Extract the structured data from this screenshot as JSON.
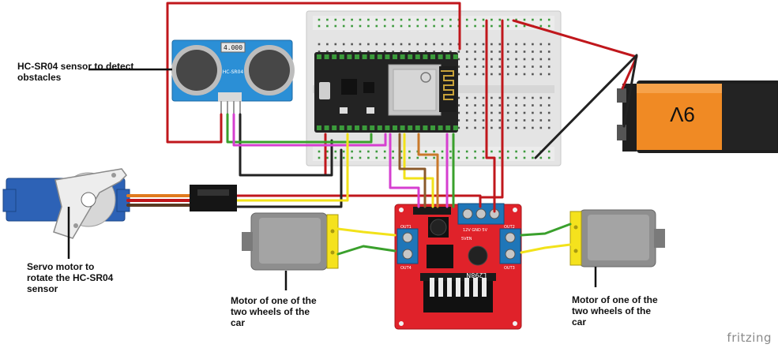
{
  "labels": {
    "hc_sr04": "HC-SR04 sensor to detect\nobstacles",
    "servo": "Servo motor to\nrotate the HC-SR04\nsensor",
    "motor_left": "Motor of one of the\ntwo wheels of the\ncar",
    "motor_right": "Motor of one of the\ntwo wheels of the\ncar"
  },
  "components": {
    "sensor_display": "4.000",
    "sensor_model": "HC-SR04",
    "battery_voltage": "9V",
    "driver_model": "L298N",
    "driver_out1": "OUT1",
    "driver_out2": "OUT2",
    "driver_out3": "OUT3",
    "driver_out4": "OUT4",
    "driver_power": "12V GND 5V",
    "driver_5ven": "5VEN"
  },
  "watermark": "fritzing",
  "colors": {
    "wire_red": "#c0171c",
    "wire_black": "#222222",
    "wire_green": "#3aa02c",
    "wire_yellow": "#f2e21a",
    "wire_magenta": "#d63fd0",
    "wire_orange": "#c9792a",
    "wire_brown": "#8b5a2b",
    "board_red": "#e0222a",
    "sensor_blue": "#2b8fd6",
    "battery_orange": "#f08a24",
    "breadboard": "#e8e8e8"
  }
}
